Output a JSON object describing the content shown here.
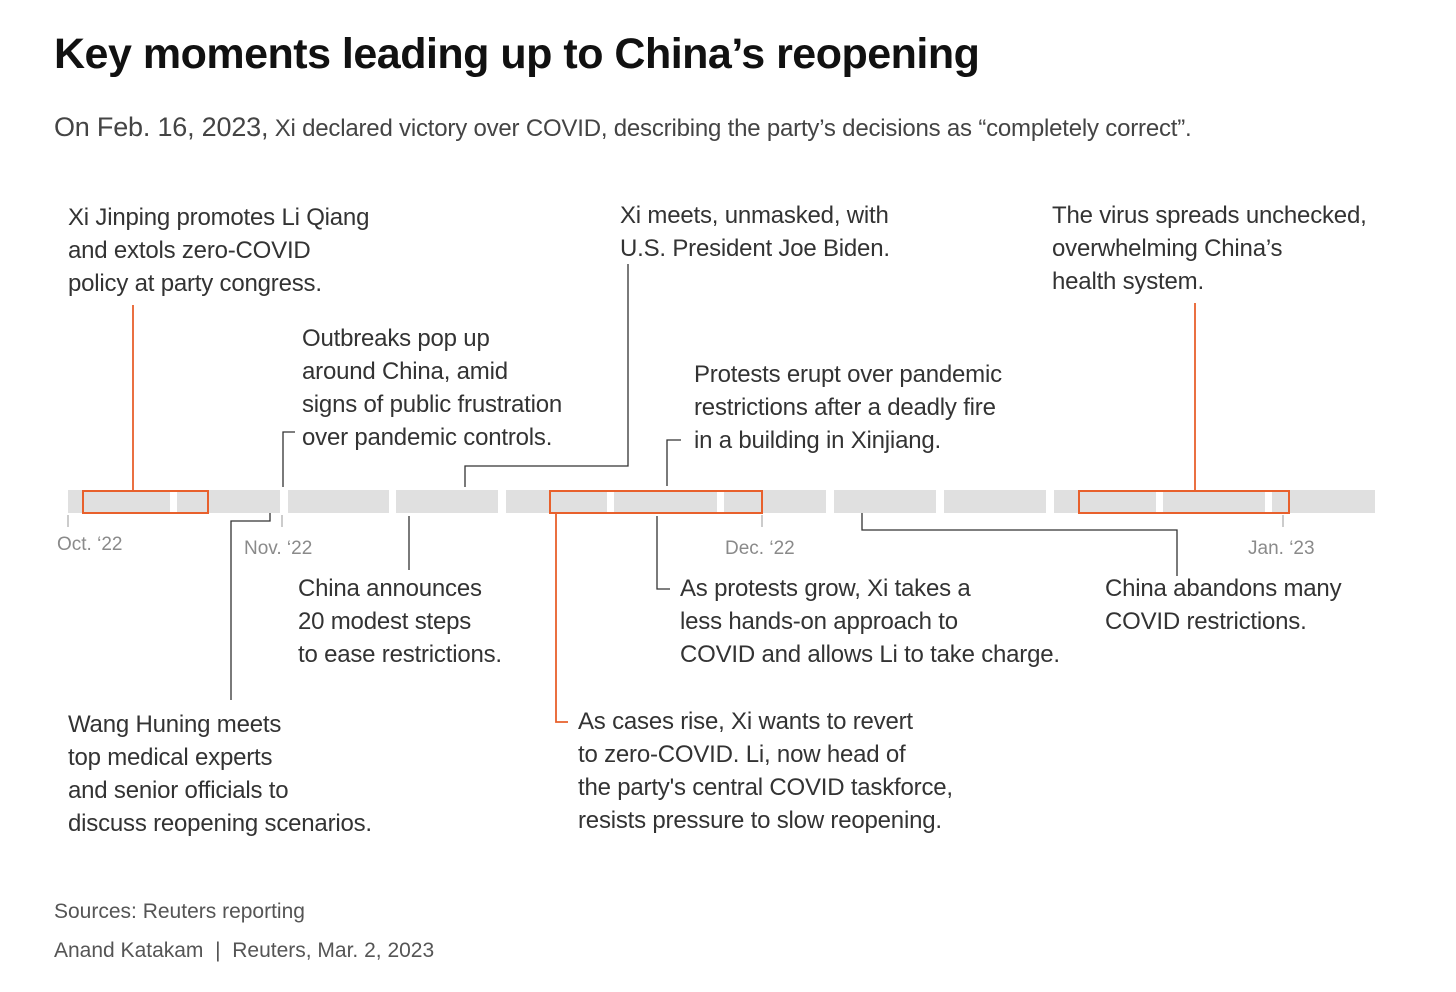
{
  "title": "Key moments leading up to China’s reopening",
  "subtitle": {
    "lead": "On Feb. 16, 2023,",
    "rest": " Xi declared victory over COVID, describing the party’s decisions as “completely correct”."
  },
  "months": [
    "Oct. ‘22",
    "Nov. ‘22",
    "Dec. ‘22",
    "Jan. ‘23"
  ],
  "events": {
    "party_congress": [
      "Xi Jinping promotes Li Qiang",
      "and extols zero-COVID",
      "policy at party congress."
    ],
    "outbreaks": [
      "Outbreaks pop up",
      "around China, amid",
      "signs of public frustration",
      "over pandemic controls."
    ],
    "biden": [
      "Xi meets, unmasked, with",
      "U.S. President Joe Biden."
    ],
    "protests": [
      "Protests erupt over pandemic",
      "restrictions after a deadly fire",
      "in a building in Xinjiang."
    ],
    "virus_spreads": [
      "The virus spreads unchecked,",
      "overwhelming China’s",
      "health system."
    ],
    "wang_huning": [
      "Wang Huning meets",
      "top medical experts",
      "and senior officials to",
      "discuss reopening scenarios."
    ],
    "twenty_steps": [
      "China announces",
      "20 modest steps",
      "to ease restrictions."
    ],
    "hands_on": [
      "As protests grow, Xi takes a",
      "less hands-on approach to",
      "COVID and allows Li to take charge."
    ],
    "abandons": [
      "China abandons many",
      "COVID restrictions."
    ],
    "cases_rise": [
      "As cases rise, Xi wants to revert",
      "to zero-COVID. Li, now head of",
      "the party's central COVID taskforce,",
      "resists pressure to slow reopening."
    ]
  },
  "footer": {
    "sources": "Sources: Reuters reporting",
    "credit": "Anand Katakam  |  Reuters, Mar. 2, 2023"
  },
  "colors": {
    "accent": "#e8602c",
    "bar": "#e0e0e0",
    "line": "#333333",
    "text": "#333333",
    "muted": "#8a8a8a"
  }
}
